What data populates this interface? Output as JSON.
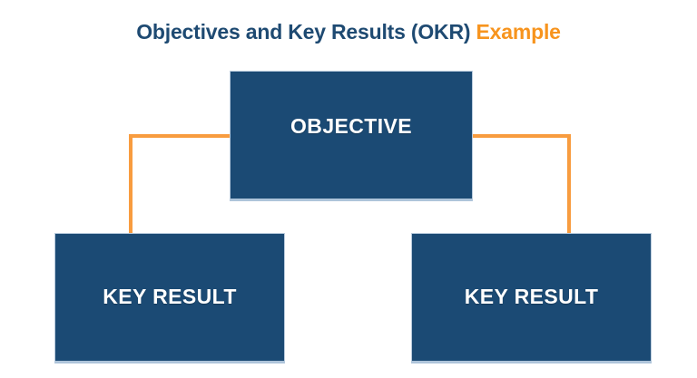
{
  "title": {
    "main_text": "Objectives and Key Results (OKR) ",
    "accent_text": "Example",
    "main_color": "#1E4A72",
    "accent_color": "#F7941E"
  },
  "theme": {
    "background": "#FFFFFF",
    "box_fill": "#1B4A74",
    "box_text": "#FFFFFF",
    "connector": "#F89C3F",
    "box_edge": "#AEC4DA"
  },
  "diagram": {
    "type": "hierarchy-tree",
    "nodes": [
      {
        "id": "objective",
        "label": "OBJECTIVE",
        "level": 0
      },
      {
        "id": "key-result-left",
        "label": "KEY RESULT",
        "level": 1
      },
      {
        "id": "key-result-right",
        "label": "KEY RESULT",
        "level": 1
      }
    ],
    "edges": [
      {
        "from": "objective",
        "to": "key-result-left"
      },
      {
        "from": "objective",
        "to": "key-result-right"
      }
    ]
  }
}
